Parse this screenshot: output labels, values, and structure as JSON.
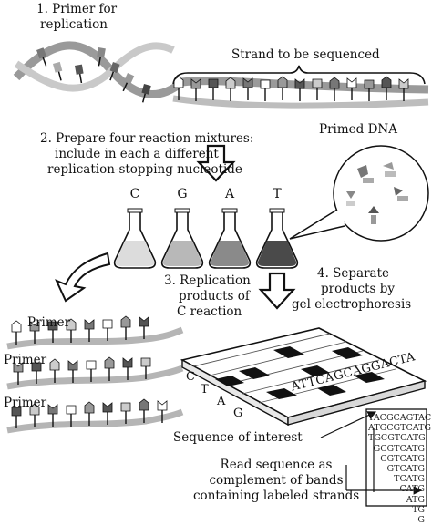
{
  "steps": {
    "step1": [
      "1. Primer for",
      "replication"
    ],
    "strand_label": "Strand to be sequenced",
    "primed_dna": "Primed DNA",
    "step2": [
      "2. Prepare four reaction mixtures:",
      "include in each a different",
      "replication-stopping nucleotide"
    ],
    "step3": [
      "3. Replication",
      "products of",
      "C reaction"
    ],
    "step4": [
      "4. Separate",
      "products by",
      "gel electrophoresis"
    ]
  },
  "flasks": [
    {
      "letter": "C",
      "color": "#dcdcdc"
    },
    {
      "letter": "G",
      "color": "#b8b8b8"
    },
    {
      "letter": "A",
      "color": "#8a8a8a"
    },
    {
      "letter": "T",
      "color": "#4a4a4a"
    }
  ],
  "primer_labels": [
    "Primer",
    "Primer",
    "Primer"
  ],
  "gel": {
    "lane_letters": [
      "C",
      "T",
      "A",
      "G"
    ],
    "sequence_along_edge": "ATTCAGCAGGACTA"
  },
  "sequence_of_interest": "Sequence of interest",
  "read_note": [
    "Read sequence as",
    "complement of bands",
    "containing labeled strands"
  ],
  "read_sequences": [
    "TACGCAGTAC",
    "ATGCGTCATG",
    "TGCGTCATG",
    "GCGTCATG",
    "CGTCATG",
    "GTCATG",
    "TCATG",
    "CATG",
    "ATG",
    "TG",
    "G"
  ]
}
